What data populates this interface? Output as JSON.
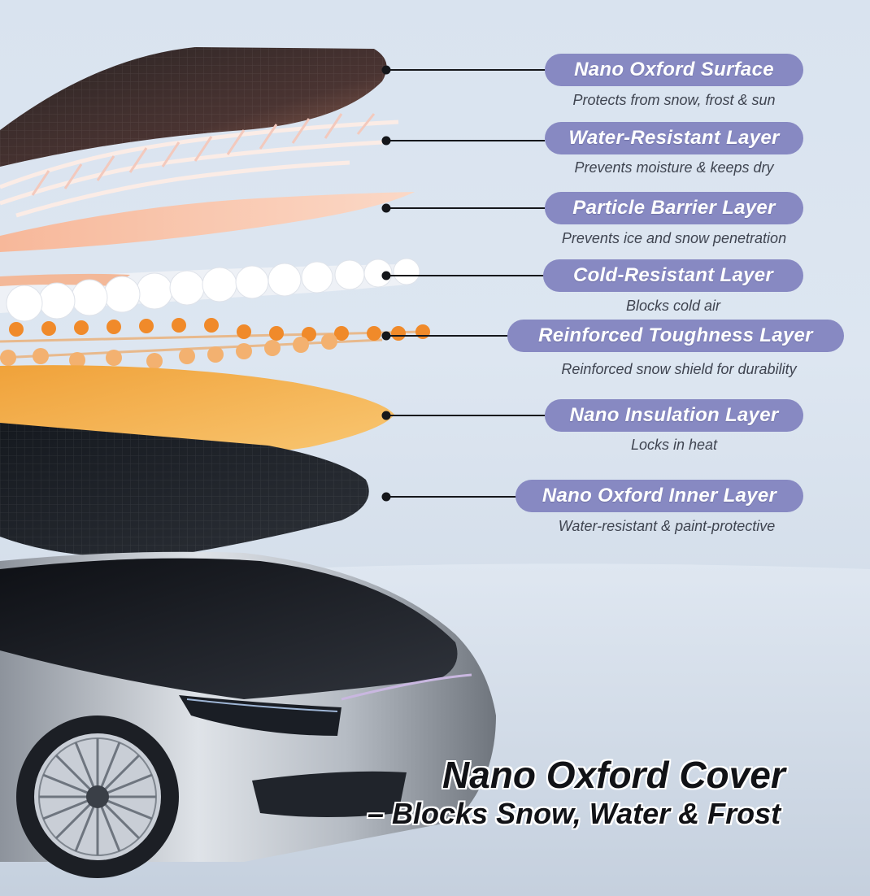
{
  "layers": [
    {
      "title": "Nano Oxford Surface",
      "description": "Protects from snow, frost & sun"
    },
    {
      "title": "Water-Resistant Layer",
      "description": "Prevents moisture & keeps dry"
    },
    {
      "title": "Particle Barrier Layer",
      "description": "Prevents ice and snow penetration"
    },
    {
      "title": "Cold-Resistant Layer",
      "description": "Blocks cold air"
    },
    {
      "title": "Reinforced Toughness Layer",
      "description": "Reinforced snow shield for durability"
    },
    {
      "title": "Nano Insulation Layer",
      "description": "Locks in heat"
    },
    {
      "title": "Nano Oxford Inner Layer",
      "description": "Water-resistant & paint-protective"
    }
  ],
  "headline": {
    "line1": "Nano Oxford Cover",
    "line2": "– Blocks Snow, Water & Frost"
  },
  "colors": {
    "pill": "#8789c2",
    "outer_fabric": "#3a2f2e",
    "foam": "#f7b24a",
    "bead_orange": "#f08a2a",
    "tube_white": "#f4f6fa"
  }
}
